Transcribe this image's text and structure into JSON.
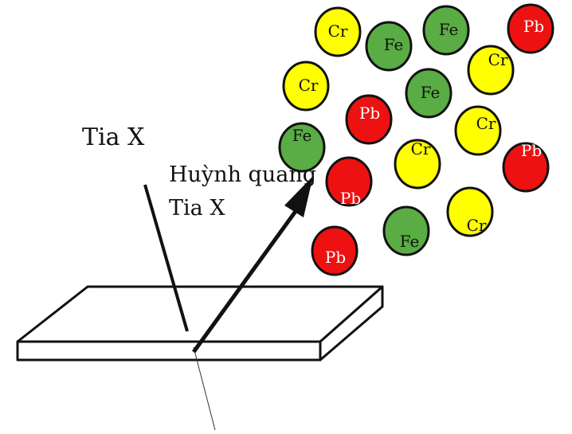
{
  "labels": {
    "incident": "Tia X",
    "fluorescence_line1": "Huỳnh quang",
    "fluorescence_line2": "Tia X"
  },
  "colors": {
    "Cr": "#ffff00",
    "Fe": "#5aac44",
    "Pb": "#ee1111",
    "outline": "#111111"
  },
  "atoms": [
    {
      "element": "Cr"
    },
    {
      "element": "Fe"
    },
    {
      "element": "Fe"
    },
    {
      "element": "Pb"
    },
    {
      "element": "Cr"
    },
    {
      "element": "Cr"
    },
    {
      "element": "Fe"
    },
    {
      "element": "Pb"
    },
    {
      "element": "Cr"
    },
    {
      "element": "Fe"
    },
    {
      "element": "Cr"
    },
    {
      "element": "Pb"
    },
    {
      "element": "Pb"
    },
    {
      "element": "Cr"
    },
    {
      "element": "Pb"
    },
    {
      "element": "Fe"
    }
  ]
}
